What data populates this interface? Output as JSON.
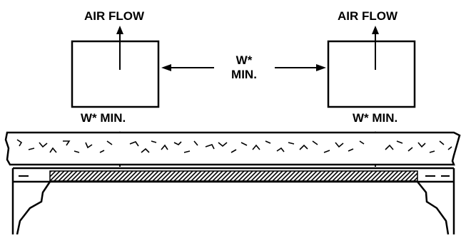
{
  "labels": {
    "left_airflow": "AIR FLOW",
    "right_airflow": "AIR FLOW",
    "spacing_line1": "W*",
    "spacing_line2": "MIN.",
    "left_clearance": "W* MIN.",
    "right_clearance": "W* MIN."
  },
  "colors": {
    "ink": "#000000",
    "paper": "#ffffff"
  }
}
